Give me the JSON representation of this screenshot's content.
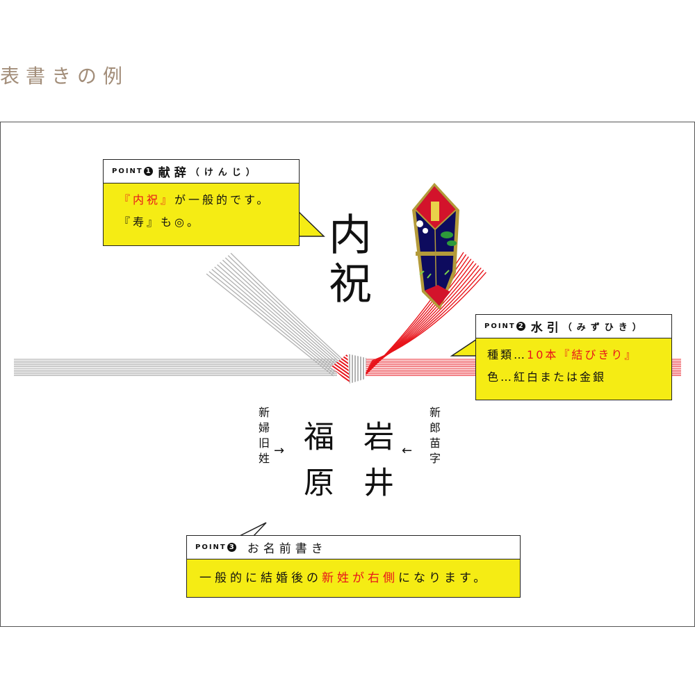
{
  "title": "表書きの例",
  "point1": {
    "label": "POINT",
    "num": "1",
    "heading": "献辞",
    "reading": "（けんじ）",
    "line1_red": "『内祝』",
    "line1_rest": "が一般的です。",
    "line2": "『寿』も◎。"
  },
  "point2": {
    "label": "POINT",
    "num": "2",
    "heading": "水引",
    "reading": "（みずひき）",
    "line1_a": "種類…",
    "line1_red": "10本『結びきり』",
    "line2": "色…紅白または金銀"
  },
  "point3": {
    "label": "POINT",
    "num": "3",
    "heading": "お名前書き",
    "body_a": "一般的に結婚後の",
    "body_red": "新姓が右側",
    "body_b": "になります。"
  },
  "kenji": "内祝",
  "groom_name": "岩井",
  "bride_name": "福原",
  "groom_label": "新郎苗字",
  "bride_label": "新婦旧姓",
  "arrow_left": "←",
  "arrow_right": "→",
  "colors": {
    "yellow": "#f5ec14",
    "red": "#e8141b",
    "gray": "#b3b3b3",
    "title": "#a28d79"
  }
}
